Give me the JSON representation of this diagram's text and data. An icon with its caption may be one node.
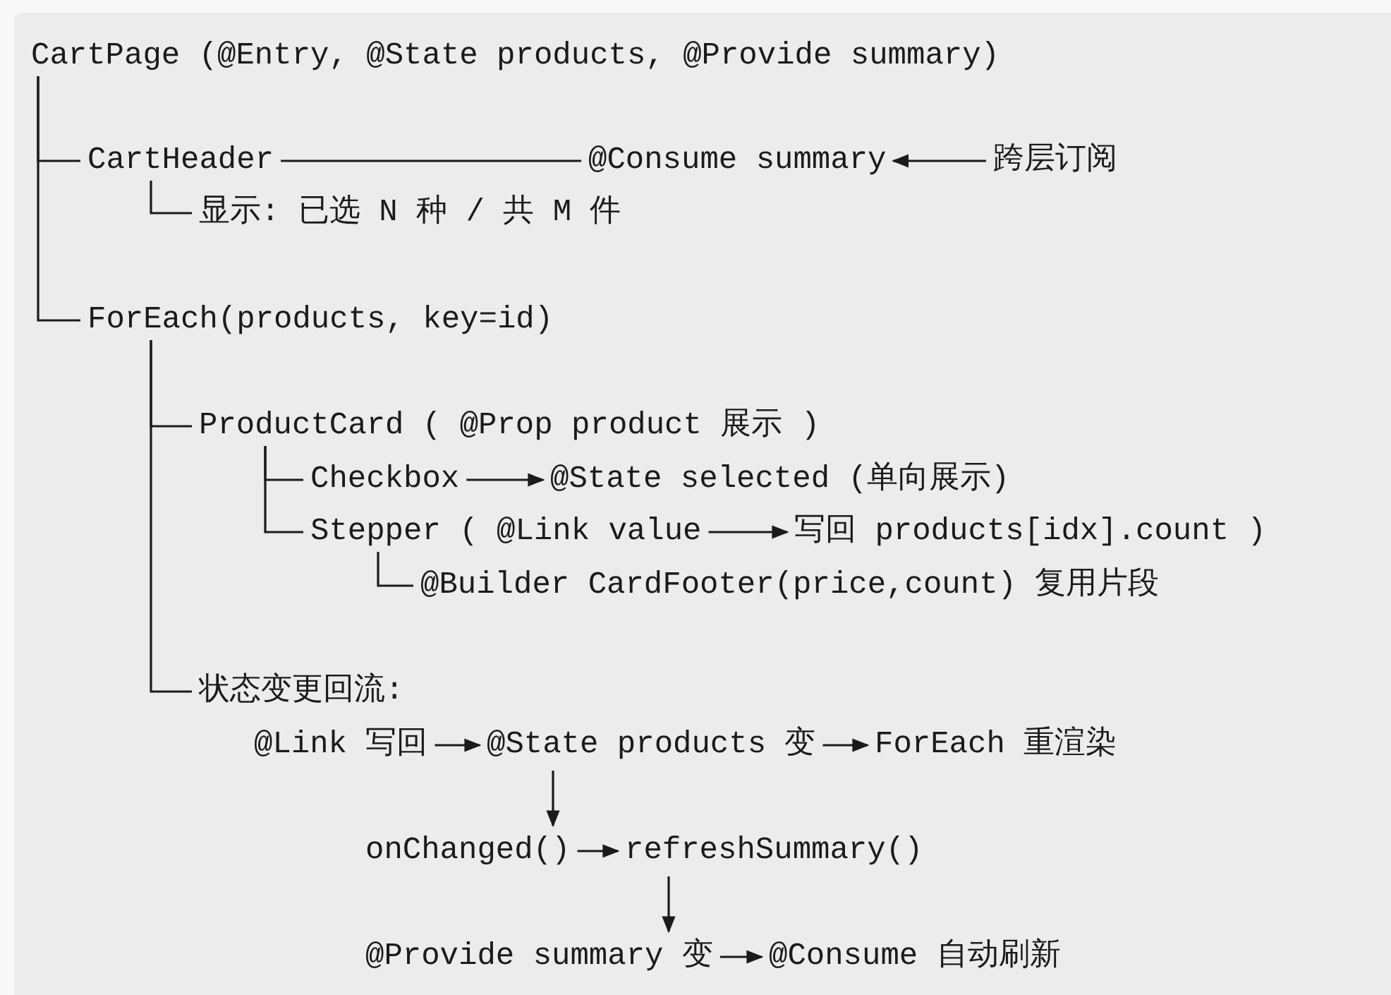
{
  "diagram": {
    "nodes": [
      {
        "text": [
          "CartPage (@Entry, @State products, @Provide summary)"
        ]
      },
      {
        "text": [
          "CartHeader"
        ]
      },
      {
        "text": [
          "@Consume summary"
        ]
      },
      {
        "text": [
          "跨层订阅"
        ]
      },
      {
        "text": [
          "显示: 已选 N 种 / 共 M 件"
        ]
      },
      {
        "text": [
          "ForEach(products, key=id)"
        ]
      },
      {
        "text": [
          "ProductCard ( @Prop product 展示 )"
        ]
      },
      {
        "text": [
          "Checkbox"
        ]
      },
      {
        "text": [
          "@State selected (单向展示)"
        ]
      },
      {
        "text": [
          "Stepper ( @Link value"
        ]
      },
      {
        "text": [
          "写回 products[idx].count )"
        ]
      },
      {
        "text": [
          "@Builder CardFooter(price,count) 复用片段"
        ]
      },
      {
        "text": [
          "状态变更回流:"
        ]
      },
      {
        "text": [
          "@Link 写回"
        ]
      },
      {
        "text": [
          "@State products 变"
        ]
      },
      {
        "text": [
          "ForEach 重渲染"
        ]
      },
      {
        "text": [
          "onChanged()"
        ]
      },
      {
        "text": [
          "refreshSummary()"
        ]
      },
      {
        "text": [
          "@Provide summary 变"
        ]
      },
      {
        "text": [
          "@Consume 自动刷新"
        ]
      }
    ],
    "edges": [
      {
        "from": 0,
        "to": 1,
        "arrow": "none"
      },
      {
        "from": 1,
        "to": 2,
        "arrow": "none"
      },
      {
        "from": 3,
        "to": 2,
        "arrow": "to"
      },
      {
        "from": 1,
        "to": 4,
        "arrow": "none"
      },
      {
        "from": 0,
        "to": 5,
        "arrow": "none"
      },
      {
        "from": 5,
        "to": 6,
        "arrow": "none"
      },
      {
        "from": 6,
        "to": 7,
        "arrow": "none"
      },
      {
        "from": 7,
        "to": 8,
        "arrow": "to"
      },
      {
        "from": 6,
        "to": 9,
        "arrow": "none"
      },
      {
        "from": 9,
        "to": 10,
        "arrow": "to"
      },
      {
        "from": 9,
        "to": 11,
        "arrow": "none"
      },
      {
        "from": 5,
        "to": 12,
        "arrow": "none"
      },
      {
        "from": 13,
        "to": 14,
        "arrow": "to"
      },
      {
        "from": 14,
        "to": 15,
        "arrow": "to"
      },
      {
        "from": 14,
        "to": 16,
        "arrow": "to"
      },
      {
        "from": 16,
        "to": 17,
        "arrow": "to"
      },
      {
        "from": 17,
        "to": 18,
        "arrow": "to"
      },
      {
        "from": 18,
        "to": 19,
        "arrow": "to"
      }
    ]
  }
}
